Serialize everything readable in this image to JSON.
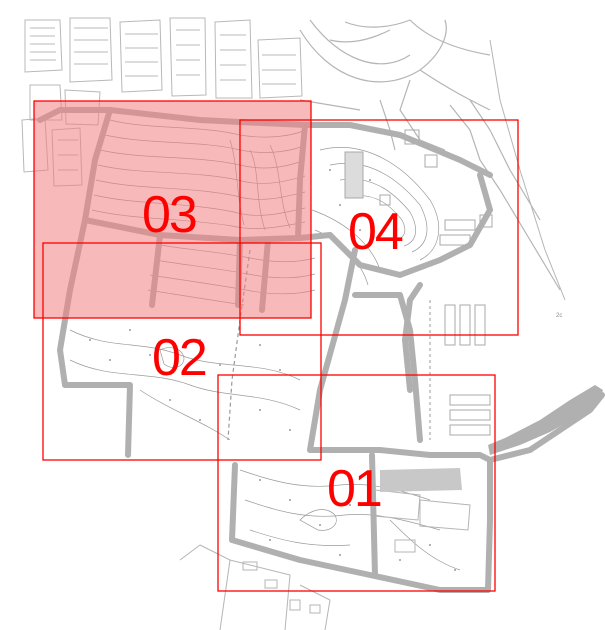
{
  "map": {
    "overlay_color": "#ff0000",
    "highlight_fill": "#f08080",
    "base_line_color": "#a9a9a9",
    "boundary_color": "#b0b0b0",
    "sheets": [
      {
        "id": "01",
        "label": "01",
        "highlighted": false
      },
      {
        "id": "02",
        "label": "02",
        "highlighted": false
      },
      {
        "id": "03",
        "label": "03",
        "highlighted": true
      },
      {
        "id": "04",
        "label": "04",
        "highlighted": false
      }
    ],
    "tiny_annotation": "2c"
  }
}
